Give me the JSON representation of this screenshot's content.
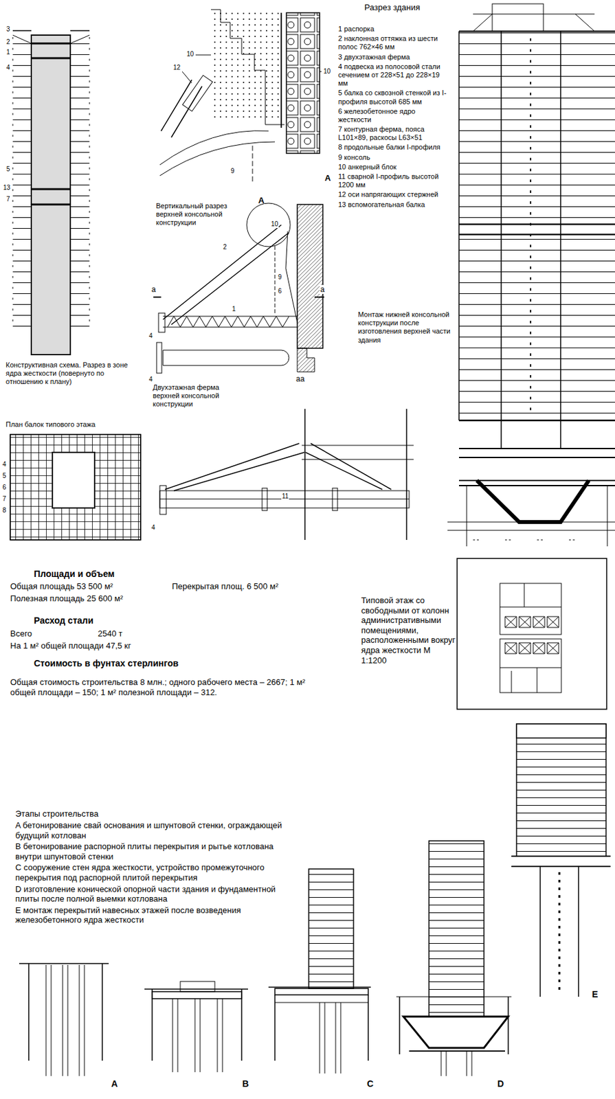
{
  "diagram": {
    "labels": [
      "Разрез здания",
      "1 распорка",
      "2 наклонная оттяжка из шести полос 762×46 мм",
      "3 двухэтажная ферма",
      "4 подвеска из полосовой стали сечением от 228×51 до 228×19 мм",
      "5 балка со сквозной стенкой из I-профиля высотой 685 мм",
      "6 железобетонное ядро жесткости",
      "7 контурная ферма, пояса L101×89, раскосы L63×51",
      "8 продольные балки I-профиля",
      "9 консоль",
      "10 анкерный блок",
      "11 сварной I-профиль высотой 1200 мм",
      "12 оси напрягающих стержней",
      "13 вспомогательная балка",
      "3",
      "2",
      "1",
      "4",
      "5",
      "13",
      "7",
      "10",
      "12",
      "10",
      "9",
      "A",
      "Вертикальный разрез верхней консольной конструкции",
      "A",
      "10",
      "2",
      "9",
      "6",
      "1",
      "a",
      "a",
      "4",
      "Монтаж нижней консольной конструкции после изготовления верхней части здания",
      "4",
      "aa",
      "Конструктивная схема. Разрез в зоне ядра жесткости (повернуто по отношению к плану)",
      "План балок типового этажа",
      "Двухэтажная ферма верхней консольной конструкции",
      "4",
      "5",
      "6",
      "7",
      "8",
      "11",
      "4",
      "Площади и объем",
      "Общая площадь 53 500 м²",
      "Перекрытая площ. 6 500 м²",
      "Полезная площадь 25 600 м²",
      "Расход стали",
      "Всего",
      "2540 т",
      "На 1 м² общей площади 47,5 кг",
      "Стоимость в фунтах стерлингов",
      "Общая стоимость строительства 8 млн.; одного рабочего места – 2667; 1 м² общей площади – 150; 1 м² полезной площади – 312.",
      "Типовой этаж со свободными от колонн административными помещениями, расположенными вокруг ядра жесткости М 1:1200",
      "Этапы строительства",
      "A бетонирование свай основания и шпунтовой стенки, ограждающей будущий котлован",
      "B бетонирование распорной плиты перекрытия и рытье котлована внутри шпунтовой стенки",
      "C сооружение стен ядра жесткости, устройство промежуточного перекрытия под распорной плитой перекрытия",
      "D изготовление конической опорной части здания и фундаментной плиты после полной выемки котлована",
      "E монтаж перекрытий навесных этажей после возведения железобетонного ядра жесткости",
      "A",
      "B",
      "C",
      "D",
      "E"
    ]
  }
}
